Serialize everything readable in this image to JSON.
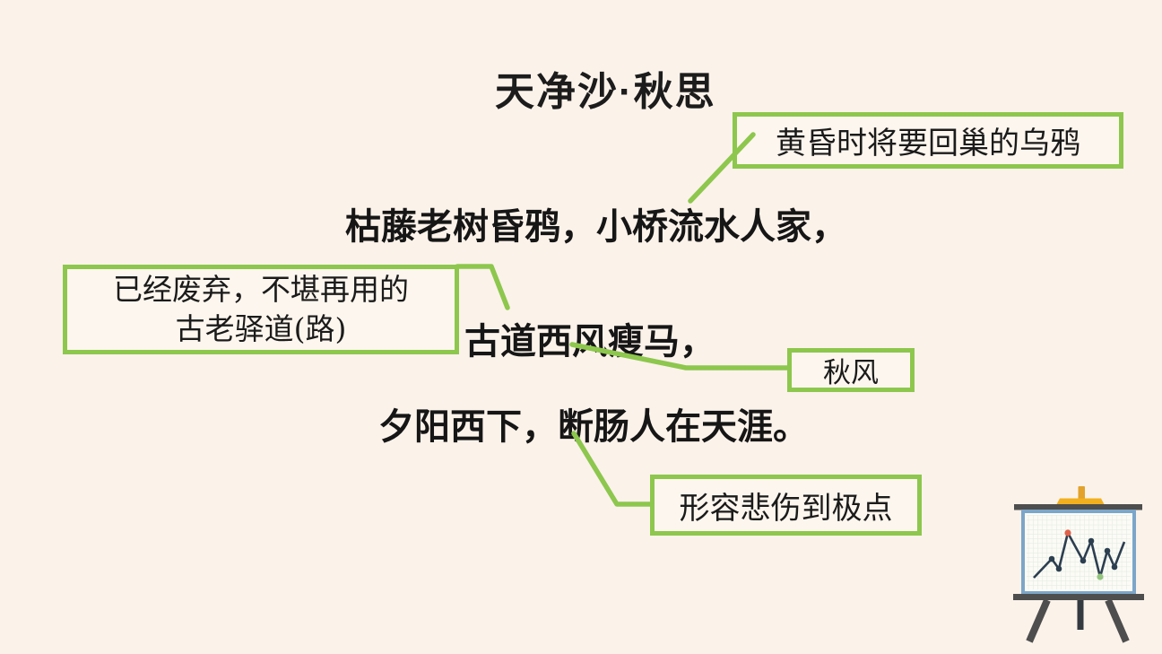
{
  "colors": {
    "background": "#FBF2EA",
    "accent_green": "#8DC74D",
    "annotation_fill": "#FDF6EE",
    "text_black": "#1C1C1C",
    "easel_frame_gray": "#4E4E4E",
    "easel_board_blue": "#7CA6C9",
    "easel_clamp_yellow": "#F2B01F",
    "chart_line_navy": "#2C3E50",
    "chart_dot_orange": "#E0614A",
    "chart_dot_green": "#93C47D"
  },
  "title": "天净沙·秋思",
  "poem": {
    "line1": "枯藤老树昏鸦，小桥流水人家，",
    "line2": "古道西风瘦马，",
    "line3": "夕阳西下，断肠人在天涯。"
  },
  "annotations": {
    "crow": {
      "text": "黄昏时将要回巢的乌鸦"
    },
    "old_road": {
      "line1": "已经废弃，不堪再用的",
      "line2": "古老驿道(路)"
    },
    "autumn_wind": {
      "text": "秋风"
    },
    "heartbroken": {
      "text": "形容悲伤到极点"
    }
  },
  "illustration": {
    "name": "easel-with-line-chart"
  }
}
